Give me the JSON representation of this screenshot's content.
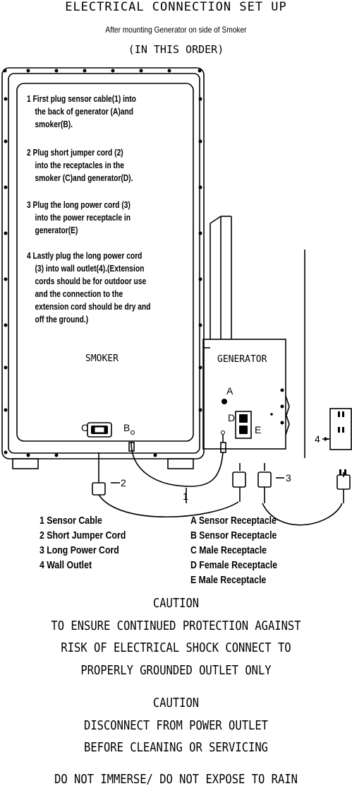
{
  "header": {
    "title": "ELECTRICAL CONNECTION SET UP",
    "subtitle": "After mounting Generator on side of Smoker",
    "order": "(IN THIS ORDER)"
  },
  "steps": [
    [
      "1 First plug sensor cable(1) into",
      "the back of generator (A)and",
      "smoker(B)."
    ],
    [
      "2 Plug short jumper cord (2)",
      "into the receptacles in the",
      "smoker (C)and generator(D)."
    ],
    [
      "3 Plug the long power cord (3)",
      "into the power receptacle in",
      "generator(E)"
    ],
    [
      "4 Lastly plug the long power cord",
      "(3) into wall outlet(4).(Extension",
      "cords should be for outdoor use",
      "and the connection to the",
      "extension cord should be dry and",
      "off the ground.)"
    ]
  ],
  "labels": {
    "smoker": "SMOKER",
    "generator": "GENERATOR",
    "A": "A",
    "B": "B",
    "C": "C",
    "D": "D",
    "E": "E",
    "n1": "1",
    "n2": "2",
    "n3": "3",
    "n4": "4"
  },
  "legend_left": [
    "1 Sensor Cable",
    "2 Short Jumper Cord",
    "3 Long Power Cord",
    "4 Wall Outlet"
  ],
  "legend_right": [
    "A Sensor Receptacle",
    "B Sensor Receptacle",
    "C Male Receptacle",
    "D Female Receptacle",
    "E Male   Receptacle"
  ],
  "caution1": [
    "CAUTION",
    "TO ENSURE CONTINUED PROTECTION AGAINST",
    "RISK OF ELECTRICAL SHOCK CONNECT TO",
    "PROPERLY GROUNDED OUTLET ONLY"
  ],
  "caution2": [
    "CAUTION",
    "DISCONNECT FROM POWER OUTLET",
    "BEFORE CLEANING OR SERVICING"
  ],
  "footer": "DO NOT IMMERSE/ DO NOT EXPOSE TO RAIN"
}
